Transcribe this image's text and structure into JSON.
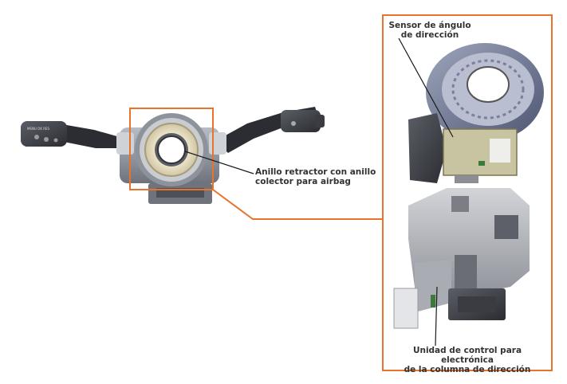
{
  "callouts": {
    "sensor": {
      "line1": "Sensor de ángulo",
      "line2": "de dirección"
    },
    "ring": {
      "line1": "Anillo retractor con anillo",
      "line2": "colector para airbag"
    },
    "unit": {
      "line1": "Unidad de control para electrónica",
      "line2": "de la columna de dirección"
    }
  },
  "colors": {
    "frame": "#e8732a",
    "leader": "#1a1a1a",
    "body": "#8a8d96",
    "ring": "#d9c79a"
  }
}
